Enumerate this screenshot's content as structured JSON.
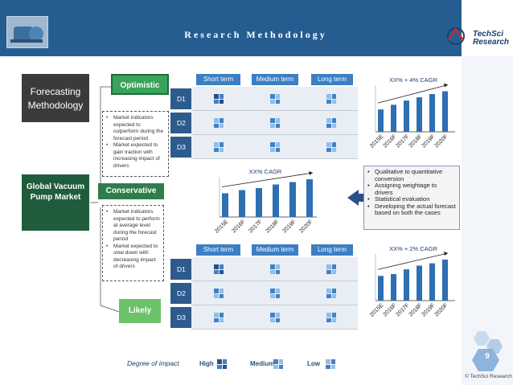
{
  "header": {
    "title": "Research Methodology",
    "logo_line1": "TechSci",
    "logo_line2": "Research"
  },
  "left": {
    "forecasting": "Forecasting Methodology",
    "market": "Global Vacuum Pump Market"
  },
  "scenarios": {
    "optimistic": {
      "label": "Optimistic",
      "bullets": [
        "Market indicators expected to outperform during the forecast period",
        "Market expected to gain traction with increasing impact of drivers"
      ]
    },
    "conservative": {
      "label": "Conservative",
      "bullets": [
        "Market indicators expected to perform at average level during the forecast period",
        "Market expected to slow down with decreasing impact of drivers"
      ]
    },
    "likely": {
      "label": "Likely"
    }
  },
  "grid_top": {
    "terms": [
      "Short term",
      "Medium term",
      "Long term"
    ],
    "rows": [
      {
        "label": "D1",
        "impacts": [
          "high",
          "medium",
          "low"
        ]
      },
      {
        "label": "D2",
        "impacts": [
          "low",
          "medium",
          "low"
        ]
      },
      {
        "label": "D3",
        "impacts": [
          "low",
          "medium",
          "low"
        ]
      }
    ]
  },
  "grid_bottom": {
    "terms": [
      "Short term",
      "Medium term",
      "Long term"
    ],
    "rows": [
      {
        "label": "D1",
        "impacts": [
          "high",
          "medium",
          "low"
        ]
      },
      {
        "label": "D2",
        "impacts": [
          "medium",
          "medium",
          "low"
        ]
      },
      {
        "label": "D3",
        "impacts": [
          "low",
          "medium",
          "low"
        ]
      }
    ]
  },
  "methodology_box": [
    "Qualitative to quantitative conversion",
    "Assigning weightage to drivers",
    "Statistical evaluation",
    "Developing the actual forecast based on both the cases"
  ],
  "legend": {
    "intro": "Degree of impact",
    "items": [
      "High",
      "Medium",
      "Low"
    ]
  },
  "colors": {
    "header_bg": "#265d91",
    "bar": "#2e6fb3",
    "high": "#2b4f85",
    "medium": "#3f82c8",
    "low": "#93bde4"
  },
  "page": {
    "number": "9",
    "copyright": "© TechSci Research"
  },
  "chart_data": [
    {
      "type": "bar",
      "title": "XX% + 4% CAGR",
      "categories": [
        "2015E",
        "2016F",
        "2017F",
        "2018F",
        "2019F",
        "2020F"
      ],
      "values": [
        48,
        58,
        67,
        74,
        81,
        87
      ]
    },
    {
      "type": "bar",
      "title": "XX% CAGR",
      "categories": [
        "2015E",
        "2016F",
        "2017F",
        "2018F",
        "2019F",
        "2020F"
      ],
      "values": [
        59,
        67,
        72,
        81,
        87,
        94
      ]
    },
    {
      "type": "bar",
      "title": "XX% + 2% CAGR",
      "categories": [
        "2015E",
        "2016F",
        "2017F",
        "2018F",
        "2019F",
        "2020F"
      ],
      "values": [
        53,
        57,
        67,
        75,
        80,
        88
      ]
    }
  ]
}
